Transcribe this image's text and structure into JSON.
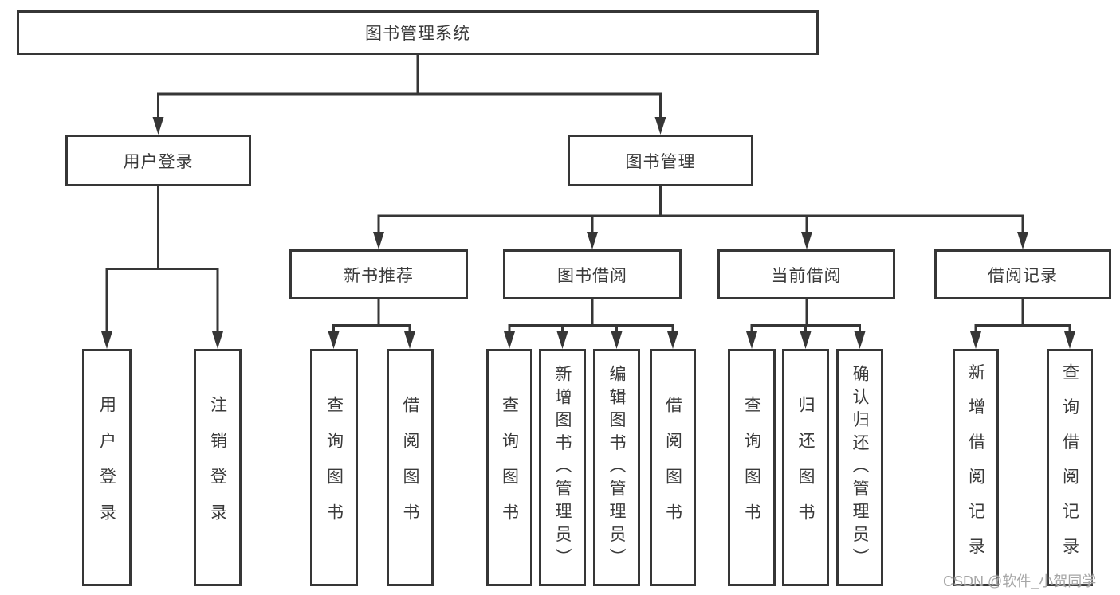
{
  "diagram": {
    "root": "图书管理系统",
    "level2": {
      "user_login": "用户登录",
      "book_mgmt": "图书管理"
    },
    "level3": {
      "new_book": "新书推荐",
      "book_borrow": "图书借阅",
      "current_borrow": "当前借阅",
      "borrow_record": "借阅记录"
    },
    "leaves": {
      "user_login": [
        "用户登录",
        "注销登录"
      ],
      "new_book": [
        "查询图书",
        "借阅图书"
      ],
      "book_borrow": [
        "查询图书",
        "新增图书（管理员）",
        "编辑图书（管理员）",
        "借阅图书"
      ],
      "current_borrow": [
        "查询图书",
        "归还图书",
        "确认归还（管理员）"
      ],
      "borrow_record": [
        "新增借阅记录",
        "查询借阅记录"
      ]
    }
  },
  "watermark": "CSDN @软件_小贺同学",
  "colors": {
    "line": "#363636",
    "text": "#3a3a3a",
    "watermark": "#a6a6a6",
    "background": "#ffffff"
  }
}
